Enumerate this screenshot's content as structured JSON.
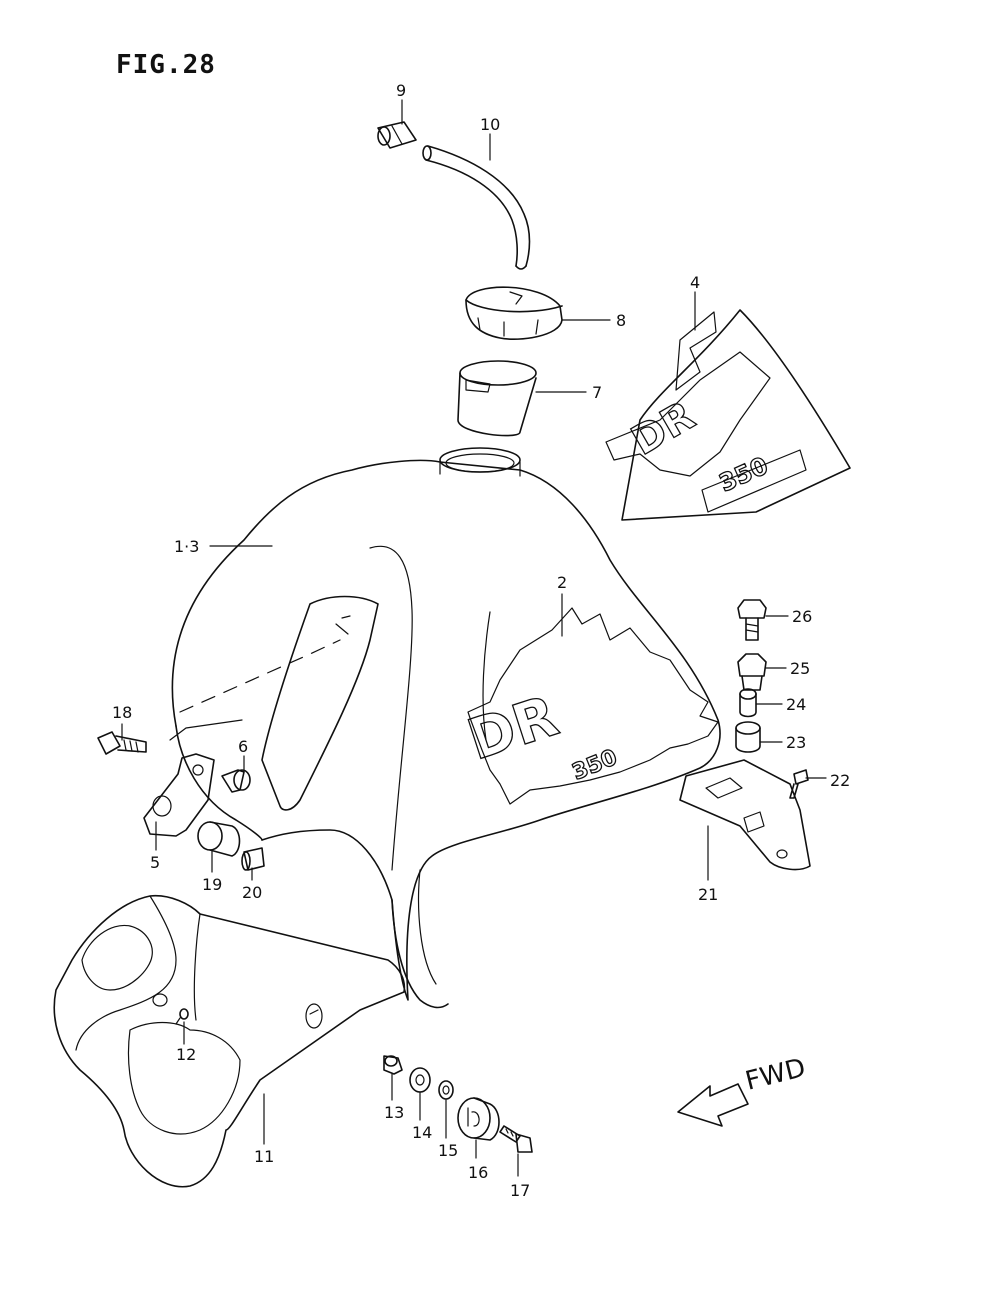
{
  "figure": {
    "title": "FIG.28"
  },
  "direction": {
    "label": "FWD"
  },
  "decals": {
    "tank_logo": "DR",
    "tank_sub": "350",
    "shroud_logo": "DR",
    "shroud_sub": "350"
  },
  "callouts": [
    {
      "id": "c1",
      "text": "1·3"
    },
    {
      "id": "c2",
      "text": "2"
    },
    {
      "id": "c4",
      "text": "4"
    },
    {
      "id": "c5",
      "text": "5"
    },
    {
      "id": "c6",
      "text": "6"
    },
    {
      "id": "c7",
      "text": "7"
    },
    {
      "id": "c8",
      "text": "8"
    },
    {
      "id": "c9",
      "text": "9"
    },
    {
      "id": "c10",
      "text": "10"
    },
    {
      "id": "c11",
      "text": "11"
    },
    {
      "id": "c12",
      "text": "12"
    },
    {
      "id": "c13",
      "text": "13"
    },
    {
      "id": "c14",
      "text": "14"
    },
    {
      "id": "c15",
      "text": "15"
    },
    {
      "id": "c16",
      "text": "16"
    },
    {
      "id": "c17",
      "text": "17"
    },
    {
      "id": "c18",
      "text": "18"
    },
    {
      "id": "c19",
      "text": "19"
    },
    {
      "id": "c20",
      "text": "20"
    },
    {
      "id": "c21",
      "text": "21"
    },
    {
      "id": "c22",
      "text": "22"
    },
    {
      "id": "c23",
      "text": "23"
    },
    {
      "id": "c24",
      "text": "24"
    },
    {
      "id": "c25",
      "text": "25"
    },
    {
      "id": "c26",
      "text": "26"
    }
  ]
}
